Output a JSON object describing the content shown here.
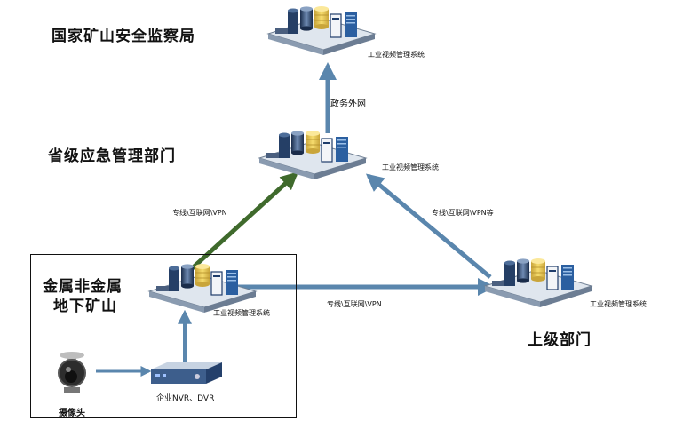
{
  "nodes": {
    "national": {
      "title": "国家矿山安全监察局",
      "system": "工业视频管理系统"
    },
    "provincial": {
      "title": "省级应急管理部门",
      "system": "工业视频管理系统"
    },
    "mine": {
      "title_line1": "金属非金属",
      "title_line2": "地下矿山",
      "system": "工业视频管理系统"
    },
    "superior": {
      "title": "上级部门",
      "system": "工业视频管理系统"
    },
    "camera": {
      "label": "摄像头"
    },
    "nvr": {
      "label": "企业NVR、DVR"
    }
  },
  "links": {
    "national_provincial": "政务外网",
    "mine_provincial": "专线\\互联网\\VPN",
    "superior_provincial": "专线\\互联网\\VPN等",
    "mine_superior": "专线\\互联网\\VPN"
  },
  "colors": {
    "arrow_blue": "#5a86ad",
    "arrow_green": "#3f6a2c",
    "platform_top": "#dfe6ee",
    "platform_side": "#8a9bb0",
    "server_dark": "#1f3d6b",
    "drum_yellow": "#f2d35b"
  }
}
